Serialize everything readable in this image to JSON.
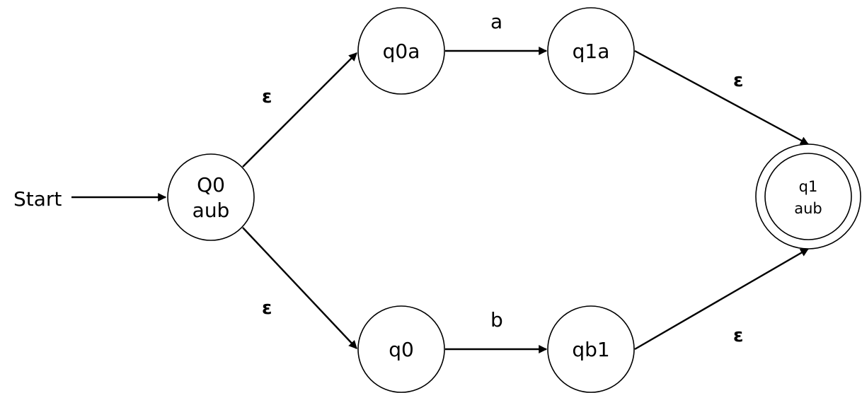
{
  "start_label": "Start",
  "states": {
    "Q0": {
      "line1": "Q0",
      "line2": "aub"
    },
    "q0a": {
      "label": "q0a"
    },
    "q1a": {
      "label": "q1a"
    },
    "q0": {
      "label": "q0"
    },
    "qb1": {
      "label": "qb1"
    },
    "q1": {
      "line1": "q1",
      "line2": "aub",
      "accepting": true
    }
  },
  "transitions": [
    {
      "from": "Q0",
      "to": "q0a",
      "symbol": "ε"
    },
    {
      "from": "Q0",
      "to": "q0",
      "symbol": "ε"
    },
    {
      "from": "q0a",
      "to": "q1a",
      "symbol": "a"
    },
    {
      "from": "q0",
      "to": "qb1",
      "symbol": "b"
    },
    {
      "from": "q1a",
      "to": "q1",
      "symbol": "ε"
    },
    {
      "from": "qb1",
      "to": "q1",
      "symbol": "ε"
    }
  ]
}
